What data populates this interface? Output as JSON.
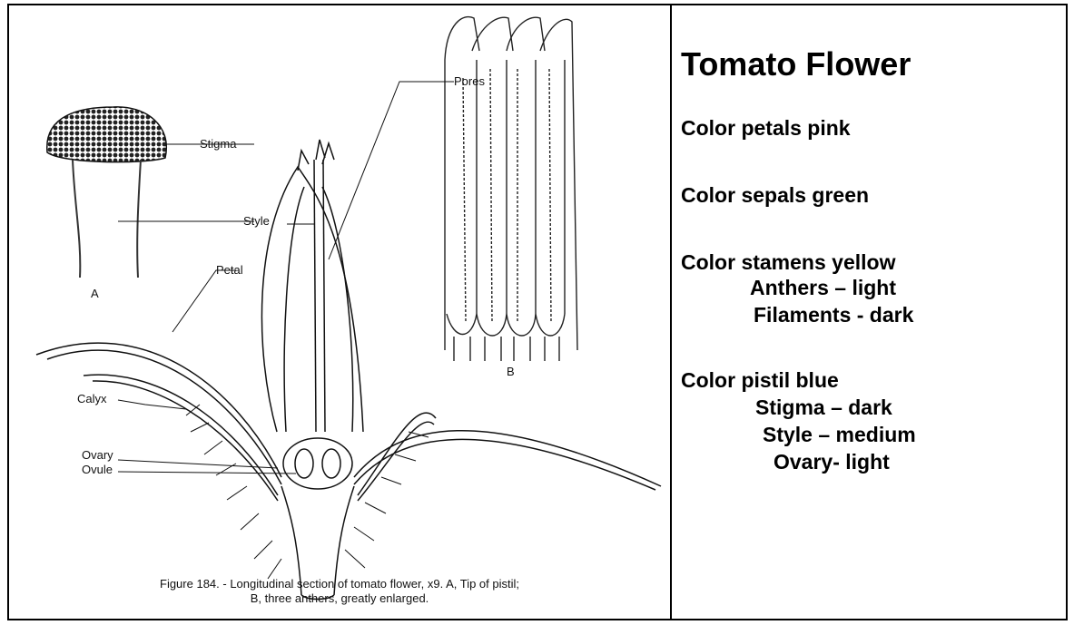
{
  "figure": {
    "labels": {
      "stigma": "Stigma",
      "style": "Style",
      "pores": "Pores",
      "petal": "Petal",
      "calyx": "Calyx",
      "ovary": "Ovary",
      "ovule": "Ovule",
      "panel_a": "A",
      "panel_b": "B"
    },
    "caption_line1": "Figure 184. - Longitudinal section of tomato flower, x9. A, Tip of pistil;",
    "caption_line2": "B, three anthers, greatly enlarged."
  },
  "panel": {
    "title": "Tomato Flower",
    "petals": "Color petals pink",
    "sepals": "Color sepals green",
    "stamens": "Color stamens yellow",
    "anthers": "Anthers – light",
    "filaments": "Filaments - dark",
    "pistil": "Color pistil blue",
    "stigma": "Stigma – dark",
    "style": "Style – medium",
    "ovary": "Ovary- light"
  }
}
